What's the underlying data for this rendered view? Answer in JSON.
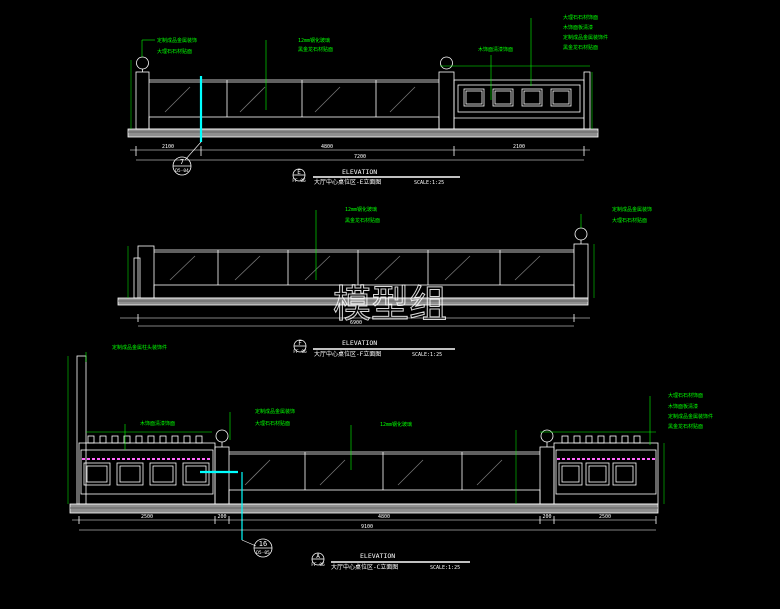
{
  "colors": {
    "background": "#000000",
    "line": "#ffffff",
    "annotation": "#00ff00",
    "highlight": "#00ffff",
    "accent": "#ff66ff",
    "floor": "#9a9a9a"
  },
  "watermark": "模型组",
  "elevations": {
    "e": {
      "letter": "E",
      "sheet": "FF-06",
      "heading": "ELEVATION",
      "caption": "大厅中心桌位区-E立面图",
      "scale": "SCALE:1:25",
      "section_marker": {
        "number": "7",
        "sheet": "D5-04"
      },
      "dims": [
        "2100",
        "4800",
        "7200",
        "2100"
      ],
      "notes_left": [
        "定制成品金属装饰",
        "大理石石材贴面"
      ],
      "notes_mid": [
        "12mm钢化玻璃",
        "黑金龙石材贴面"
      ],
      "notes_center": [
        "木饰面清漆饰面"
      ],
      "notes_right": [
        "大理石石材饰面",
        "木饰面板清漆",
        "定制成品金属装饰件",
        "黑金龙石材贴面"
      ]
    },
    "f": {
      "letter": "F",
      "sheet": "FF-06",
      "heading": "ELEVATION",
      "caption": "大厅中心桌位区-F立面图",
      "scale": "SCALE:1:25",
      "dims": [
        "6900"
      ],
      "notes_mid": [
        "12mm钢化玻璃",
        "黑金龙石材贴面"
      ],
      "notes_right": [
        "定制成品金属装饰",
        "大理石石材贴面"
      ]
    },
    "a": {
      "letter": "A",
      "sheet": "FF-06",
      "heading": "ELEVATION",
      "caption": "大厅中心桌位区-C立面图",
      "scale": "SCALE:1:25",
      "section_marker": {
        "number": "16",
        "sheet": "D5-05"
      },
      "dims": [
        "2500",
        "200",
        "4800",
        "200",
        "2500",
        "9100"
      ],
      "notes_left_top": [
        "定制成品金属柱头装饰件"
      ],
      "notes_left": [
        "木饰面清漆饰面"
      ],
      "notes_left_mid": [
        "定制成品金属装饰",
        "大理石石材贴面"
      ],
      "notes_mid": [
        "12mm钢化玻璃"
      ],
      "notes_right": [
        "大理石石材饰面",
        "木饰面板清漆",
        "定制成品金属装饰件",
        "黑金龙石材贴面"
      ]
    }
  }
}
